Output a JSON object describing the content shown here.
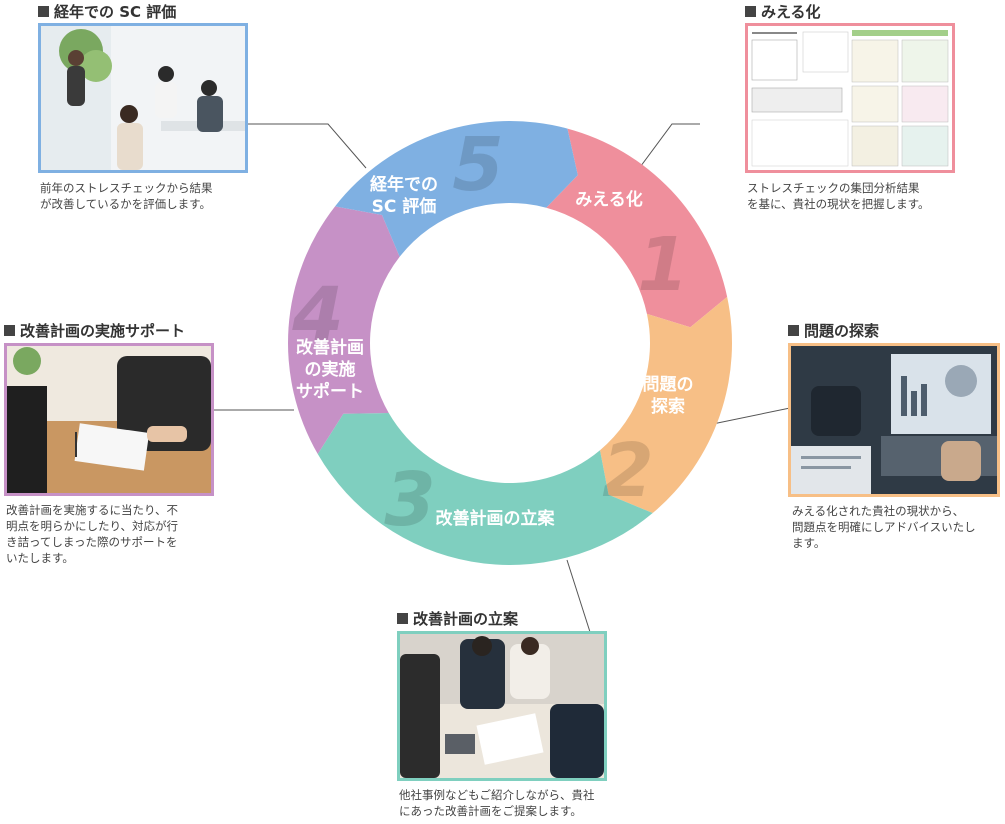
{
  "colors": {
    "mieruka": "#ef8f9c",
    "mondai": "#f7bf86",
    "ritsuan": "#7fcfbf",
    "jisshi": "#c691c6",
    "hyouka": "#7fb0e2",
    "line": "#555555"
  },
  "cycle": [
    {
      "key": "mieruka",
      "num": "1",
      "line1": "みえる化",
      "line2": ""
    },
    {
      "key": "mondai",
      "num": "2",
      "line1": "問題の",
      "line2": "探索"
    },
    {
      "key": "ritsuan",
      "num": "3",
      "line1": "改善計画の立案",
      "line2": ""
    },
    {
      "key": "jisshi",
      "num": "4",
      "line1": "改善計画",
      "line2": "の実施",
      "line3": "サポート"
    },
    {
      "key": "hyouka",
      "num": "5",
      "line1": "経年での",
      "line2": "SC 評価"
    }
  ],
  "panels": {
    "hyouka": {
      "heading": "経年での SC 評価",
      "desc": [
        "前年のストレスチェックから結果",
        "が改善しているかを評価します。"
      ],
      "icon": "meeting-photo"
    },
    "mieruka": {
      "heading": "みえる化",
      "desc": [
        "ストレスチェックの集団分析結果",
        "を基に、貴社の現状を把握します。"
      ],
      "icon": "report-document-image"
    },
    "mondai": {
      "heading": "問題の探索",
      "desc": [
        "みえる化された貴社の現状から、",
        "問題点を明確にしアドバイスいたし",
        "ます。"
      ],
      "icon": "analysis-laptop-photo"
    },
    "jisshi": {
      "heading": "改善計画の実施サポート",
      "desc": [
        "改善計画を実施するに当たり、不",
        "明点を明らかにしたり、対応が行",
        "き詰ってしまった際のサポートを",
        "いたします。"
      ],
      "icon": "consultation-photo"
    },
    "ritsuan": {
      "heading": "改善計画の立案",
      "desc": [
        "他社事例などもご紹介しながら、貴社",
        "にあった改善計画をご提案します。"
      ],
      "icon": "team-discussion-photo"
    }
  }
}
